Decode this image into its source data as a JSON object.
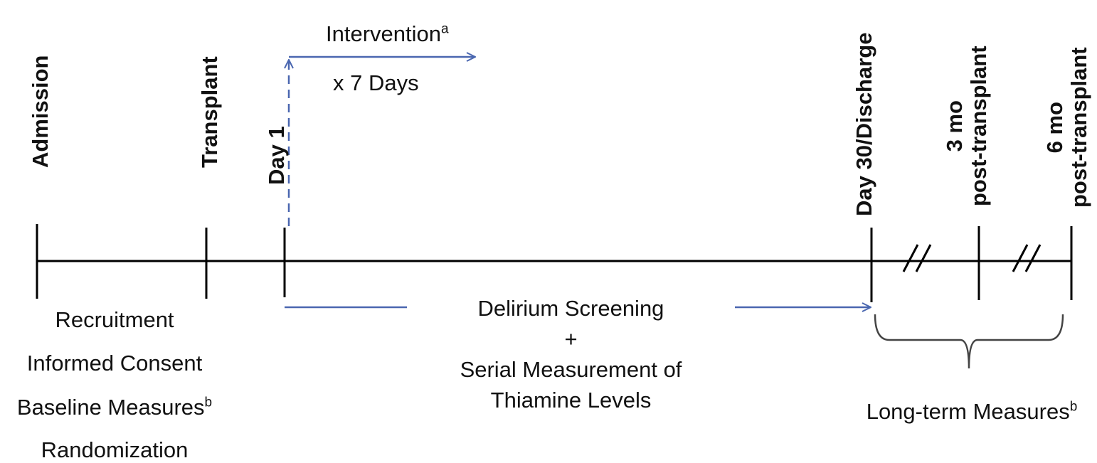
{
  "milestones": {
    "admission": "Admission",
    "transplant": "Transplant",
    "day1": "Day 1",
    "day30": "Day 30/Discharge",
    "month3": [
      "3 mo",
      "post-transplant"
    ],
    "month6": [
      "6 mo",
      "post-transplant"
    ]
  },
  "intervention": {
    "label": "Intervention",
    "superscript": "a",
    "duration": "x 7 Days"
  },
  "enrollment": {
    "recruitment": "Recruitment",
    "consent": "Informed Consent",
    "baseline": "Baseline Measures",
    "baseline_sup": "b",
    "randomization": "Randomization"
  },
  "screening": {
    "line1": "Delirium Screening",
    "plus": "+",
    "line2": "Serial Measurement of",
    "line3": "Thiamine Levels"
  },
  "long_term": {
    "label": "Long-term Measures",
    "superscript": "b"
  },
  "colors": {
    "axis": "#000000",
    "arrow": "#4a67b0",
    "brace": "#444444"
  }
}
